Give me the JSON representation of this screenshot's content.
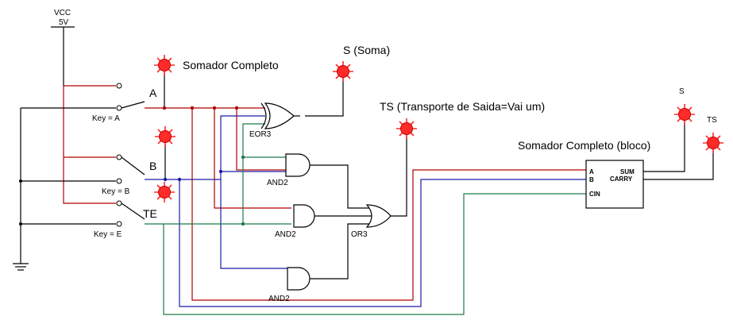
{
  "power": {
    "label": "VCC",
    "voltage": "5V"
  },
  "switches": [
    {
      "key_label": "Key = A",
      "input_label": "A"
    },
    {
      "key_label": "Key = B",
      "input_label": "B"
    },
    {
      "key_label": "Key = E",
      "input_label": "TE"
    }
  ],
  "gates": {
    "xor": "EOR3",
    "and_top": "AND2",
    "and_mid": "AND2",
    "and_bot": "AND2",
    "or": "OR3"
  },
  "labels": {
    "somador": "Somador Completo",
    "soma": "S (Soma)",
    "transporte": "TS (Transporte de Saida=Vai um)",
    "bloco": "Somador Completo (bloco)",
    "out_s": "S",
    "out_ts": "TS"
  },
  "block": {
    "pin_a": "A",
    "pin_b": "B",
    "pin_cin": "CIN",
    "pin_sum": "SUM",
    "pin_carry": "CARRY"
  },
  "colors": {
    "wire_red": "#b00000",
    "wire_blue": "#1a1aa8",
    "wire_green": "#1a7a4a",
    "lamp": "#ff2a2a"
  }
}
